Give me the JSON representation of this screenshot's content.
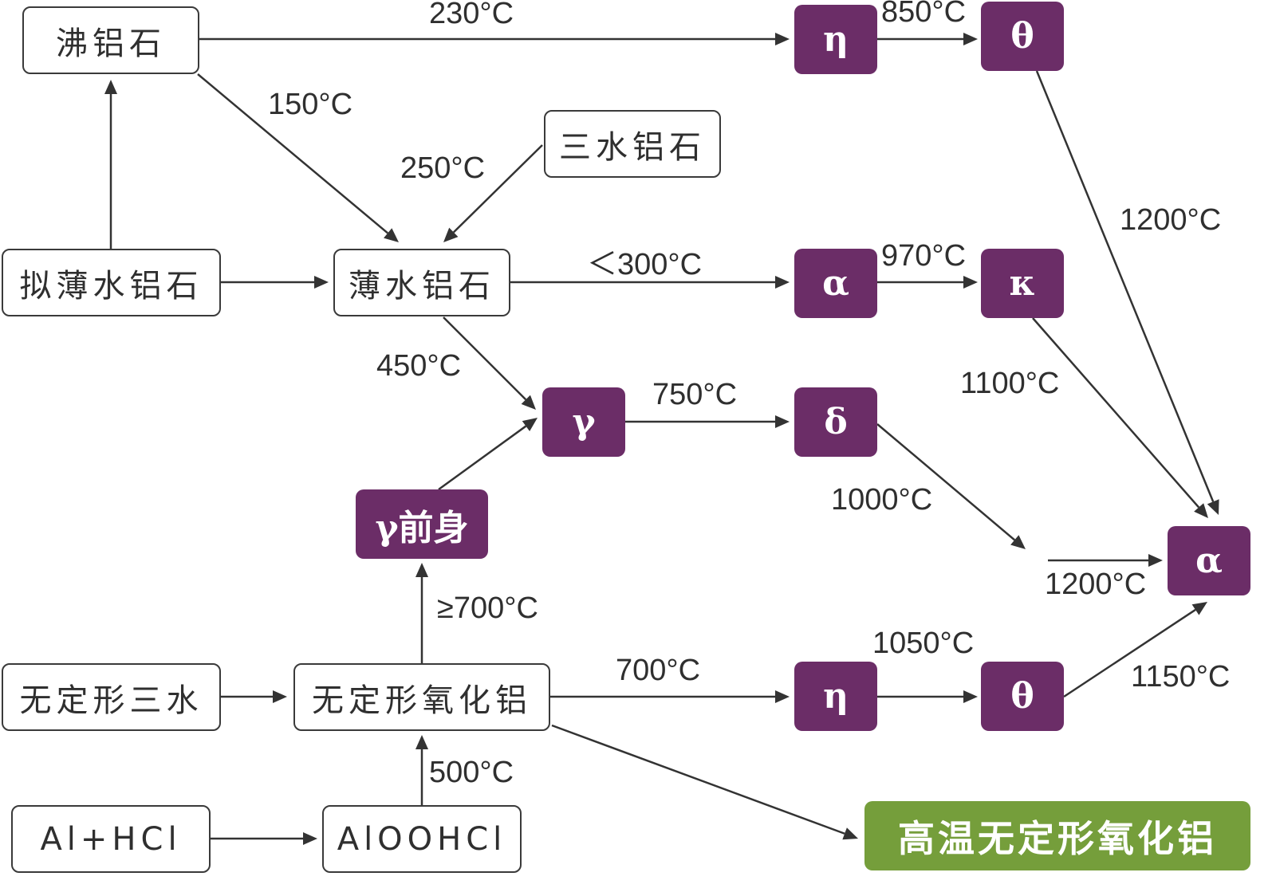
{
  "colors": {
    "line": "#333333",
    "phase_fill": "#6b2d67",
    "final_fill": "#759e3b",
    "plain_border": "#3a3a3a"
  },
  "nodes": {
    "boehmite_boil": {
      "label": "沸铝石",
      "kind": "plain"
    },
    "pseudo_boehmite": {
      "label": "拟薄水铝石",
      "kind": "plain"
    },
    "boehmite": {
      "label": "薄水铝石",
      "kind": "plain"
    },
    "gibbsite": {
      "label": "三水铝石",
      "kind": "plain"
    },
    "amorphous_trihydrate": {
      "label": "无定形三水",
      "kind": "plain"
    },
    "amorphous_alumina": {
      "label": "无定形氧化铝",
      "kind": "plain"
    },
    "al_hcl": {
      "label": "Al+HCl",
      "kind": "plain"
    },
    "alooh_hcl": {
      "label": "AlOOHCl",
      "kind": "plain"
    },
    "eta_top": {
      "label": "η",
      "kind": "phase"
    },
    "theta_top": {
      "label": "θ",
      "kind": "phase"
    },
    "alpha_mid": {
      "label": "α",
      "kind": "phase"
    },
    "kappa": {
      "label": "κ",
      "kind": "phase"
    },
    "gamma": {
      "label": "γ",
      "kind": "phase"
    },
    "delta": {
      "label": "δ",
      "kind": "phase"
    },
    "gamma_precursor": {
      "label": "γ前身",
      "kind": "phase"
    },
    "alpha_final": {
      "label": "α",
      "kind": "phase"
    },
    "eta_bottom": {
      "label": "η",
      "kind": "phase"
    },
    "theta_bottom": {
      "label": "θ",
      "kind": "phase"
    },
    "high_temp_amorphous": {
      "label": "高温无定形氧化铝",
      "kind": "final"
    }
  },
  "edges": [
    {
      "from": "boehmite_boil",
      "to": "eta_top",
      "label": "230°C"
    },
    {
      "from": "eta_top",
      "to": "theta_top",
      "label": "850°C"
    },
    {
      "from": "boehmite_boil",
      "to": "boehmite",
      "label": "150°C"
    },
    {
      "from": "gibbsite",
      "to": "boehmite",
      "label": "250°C"
    },
    {
      "from": "pseudo_boehmite",
      "to": "boehmite_boil",
      "label": ""
    },
    {
      "from": "pseudo_boehmite",
      "to": "boehmite",
      "label": ""
    },
    {
      "from": "boehmite",
      "to": "alpha_mid",
      "label": "＜300°C"
    },
    {
      "from": "alpha_mid",
      "to": "kappa",
      "label": "970°C"
    },
    {
      "from": "theta_top",
      "to": "alpha_final",
      "label": "1200°C"
    },
    {
      "from": "kappa",
      "to": "alpha_final",
      "label": "1100°C"
    },
    {
      "from": "boehmite",
      "to": "gamma",
      "label": "450°C"
    },
    {
      "from": "gamma",
      "to": "delta",
      "label": "750°C"
    },
    {
      "from": "gamma_precursor",
      "to": "gamma",
      "label": ""
    },
    {
      "from": "delta",
      "to": "alpha_final",
      "label": "1000°C"
    },
    {
      "from": "delta",
      "to": "alpha_final",
      "label": "1200°C",
      "note": "second stage"
    },
    {
      "from": "amorphous_alumina",
      "to": "gamma_precursor",
      "label": "≥700°C"
    },
    {
      "from": "amorphous_trihydrate",
      "to": "amorphous_alumina",
      "label": ""
    },
    {
      "from": "amorphous_alumina",
      "to": "eta_bottom",
      "label": "700°C"
    },
    {
      "from": "eta_bottom",
      "to": "theta_bottom",
      "label": "1050°C"
    },
    {
      "from": "theta_bottom",
      "to": "alpha_final",
      "label": "1150°C"
    },
    {
      "from": "amorphous_alumina",
      "to": "high_temp_amorphous",
      "label": ""
    },
    {
      "from": "alooh_hcl",
      "to": "amorphous_alumina",
      "label": "500°C"
    },
    {
      "from": "al_hcl",
      "to": "alooh_hcl",
      "label": ""
    }
  ]
}
